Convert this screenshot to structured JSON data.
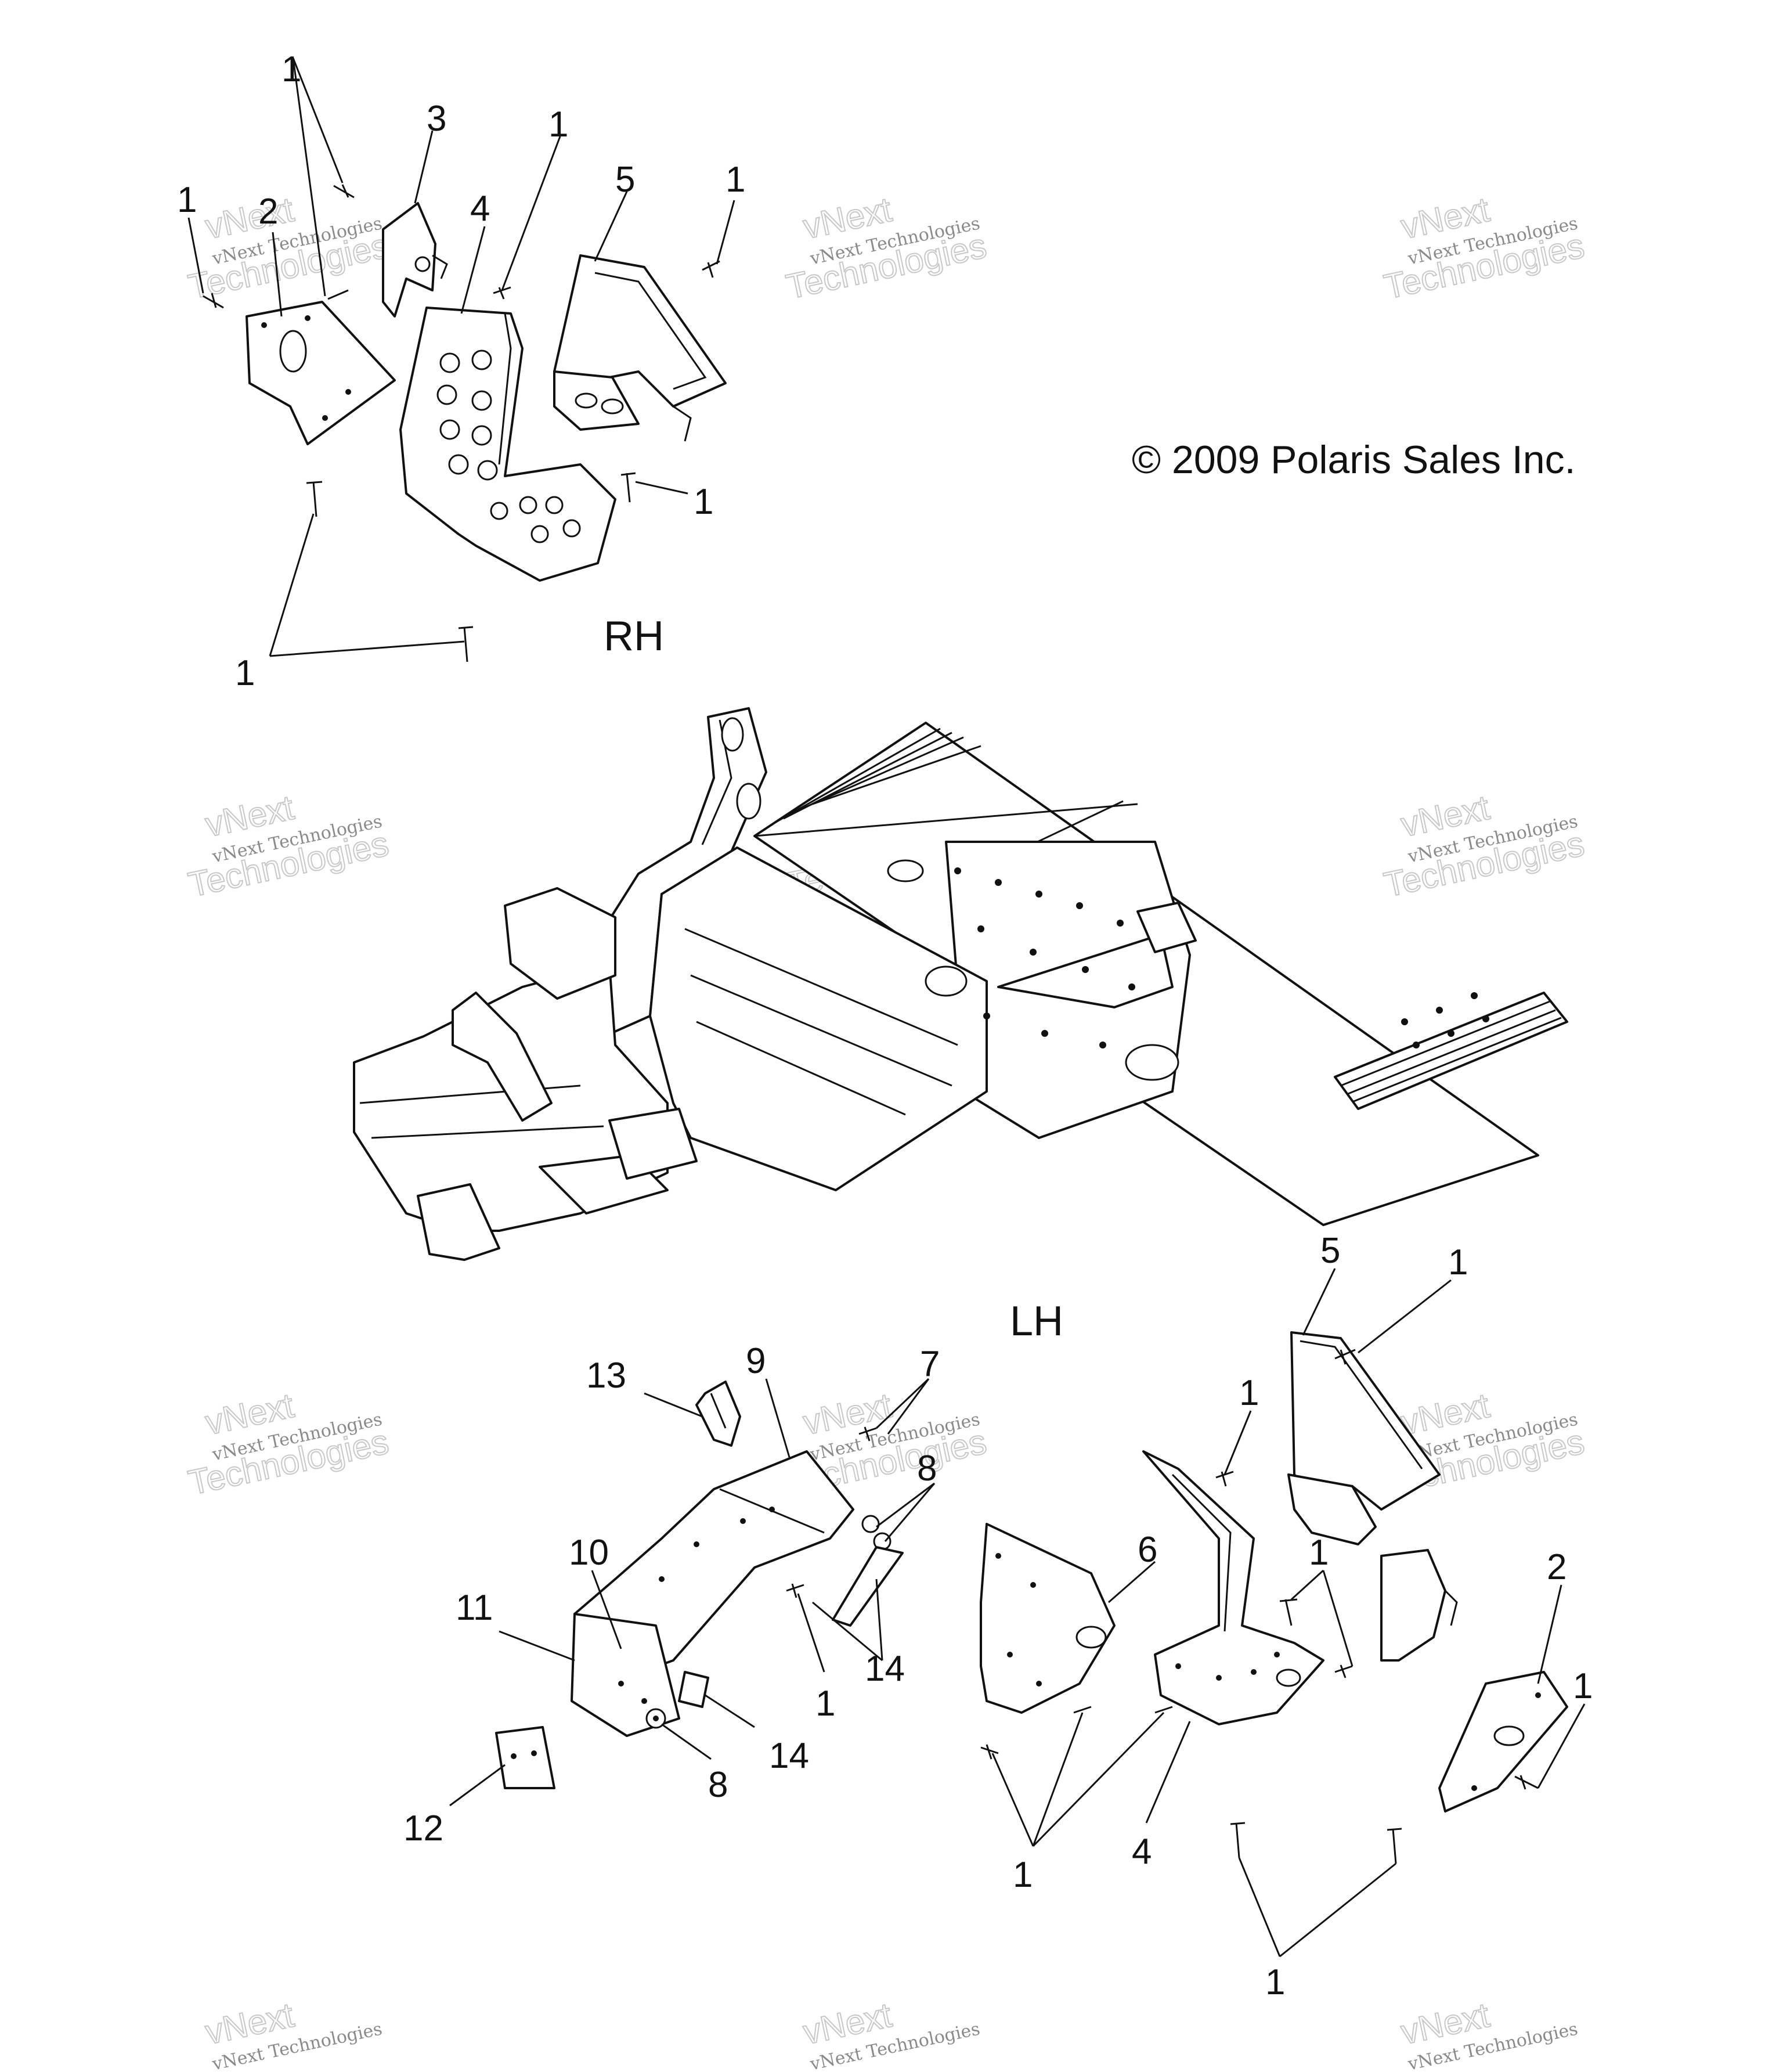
{
  "copyright": "© 2009 Polaris Sales Inc.",
  "side_labels": {
    "rh": "RH",
    "lh": "LH"
  },
  "watermark": {
    "line1": "vNext Technologies",
    "line2": "vNext",
    "line3": "Technologies"
  },
  "callouts": {
    "rh": [
      "1",
      "3",
      "1",
      "5",
      "1",
      "1",
      "2",
      "4",
      "1",
      "1"
    ],
    "lh": [
      "5",
      "1",
      "13",
      "9",
      "7",
      "8",
      "1",
      "1",
      "6",
      "2",
      "10",
      "11",
      "14",
      "1",
      "1",
      "14",
      "8",
      "12",
      "1",
      "4",
      "1"
    ]
  }
}
